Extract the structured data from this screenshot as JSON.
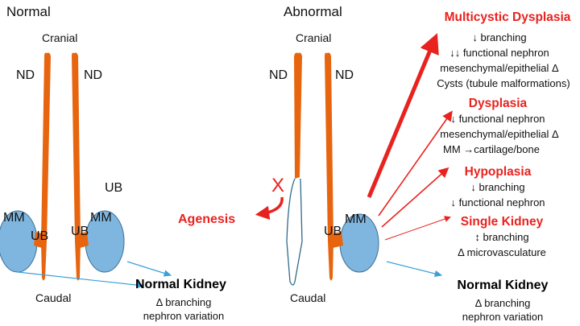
{
  "normal": {
    "title": "Normal",
    "cranial": "Cranial",
    "caudal": "Caudal",
    "nd_left": "ND",
    "nd_right": "ND",
    "mm_left": "MM",
    "mm_right": "MM",
    "ub_left": "UB",
    "ub_right": "UB",
    "ub_floating": "UB"
  },
  "abnormal": {
    "title": "Abnormal",
    "cranial": "Cranial",
    "caudal": "Caudal",
    "nd_left": "ND",
    "nd_right": "ND",
    "mm": "MM",
    "ub": "UB",
    "x_mark": "X",
    "agenesis": "Agenesis"
  },
  "outcomes": {
    "multicystic": {
      "title": "Multicystic Dysplasia",
      "line1": "↓ branching",
      "line2": "↓↓   functional nephron",
      "line3": "mesenchymal/epithelial Δ",
      "line4": "Cysts (tubule malformations)"
    },
    "dysplasia": {
      "title": "Dysplasia",
      "line1": "↓   functional nephron",
      "line2": "mesenchymal/epithelial Δ",
      "line3": "MM  →cartilage/bone"
    },
    "hypoplasia": {
      "title": "Hypoplasia",
      "line1": "↓ branching",
      "line2": "↓   functional nephron"
    },
    "single_kidney": {
      "title": "Single Kidney",
      "line1": "↕ branching",
      "line2": "Δ microvasculature"
    },
    "normal_kidney_abn": {
      "title": "Normal Kidney",
      "line1": "Δ branching",
      "line2": "nephron variation"
    },
    "normal_kidney_left": {
      "title": "Normal Kidney",
      "line1": "Δ branching",
      "line2": "nephron variation"
    }
  },
  "colors": {
    "duct": "#e8650f",
    "kidney": "#7fb6e0",
    "kidney_stroke": "#3d6f96",
    "red": "#e8231f",
    "blue_arrow": "#3aa0d8"
  }
}
